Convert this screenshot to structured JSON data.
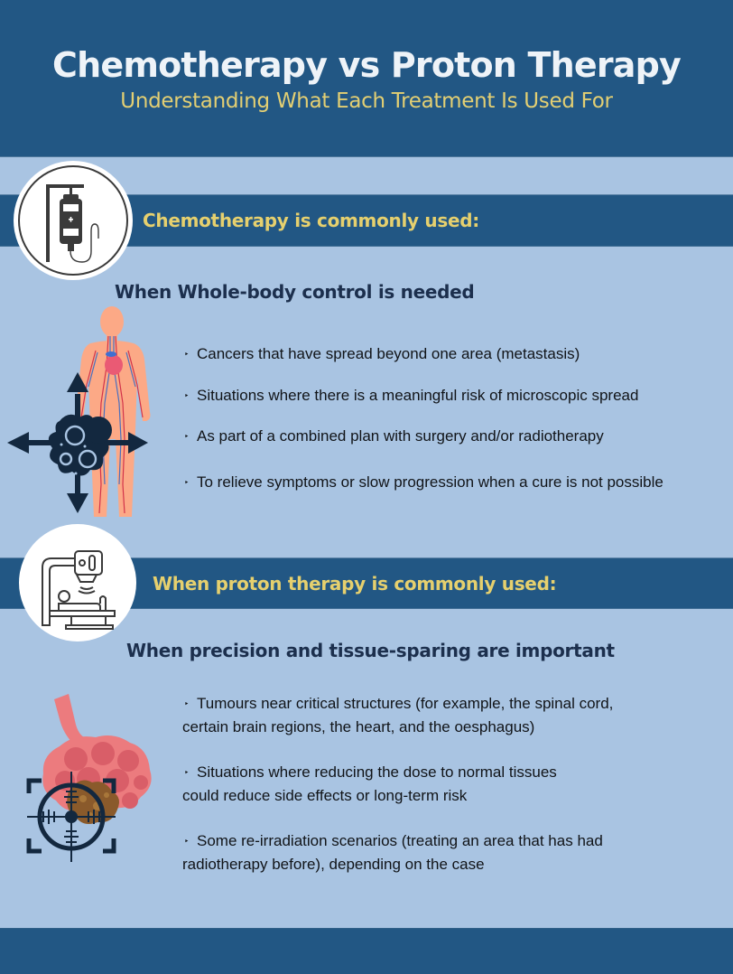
{
  "header": {
    "title": "Chemotherapy vs Proton Therapy",
    "subtitle": "Understanding What Each Treatment Is Used For"
  },
  "colors": {
    "dark_blue": "#225784",
    "light_blue": "#a9c4e2",
    "title_white": "#eef3f8",
    "accent_yellow": "#e6d06e",
    "heading_navy": "#1c2f4d",
    "icon_navy": "#13283f",
    "body_orange": "#fca986",
    "lung_pink": "#ec7b7e"
  },
  "sections": [
    {
      "icon": "iv-drip-icon",
      "banner_label": "Chemotherapy is commonly used:",
      "subheading": "When Whole-body control is needed",
      "illustration": "metastasis-body-icon",
      "bullet_marker": "‣",
      "bullets": [
        "Cancers that have spread beyond one area (metastasis)",
        "Situations where there is a meaningful risk of microscopic spread",
        "As part of a combined plan with surgery and/or radiotherapy",
        "To relieve symptoms or slow progression when a cure is not possible"
      ]
    },
    {
      "icon": "radiotherapy-machine-icon",
      "banner_label": "When proton therapy is commonly used:",
      "subheading": "When precision and tissue-sparing are important",
      "illustration": "targeted-tumour-icon",
      "bullet_marker": "‣",
      "bullets": [
        {
          "line1": "Tumours near critical structures (for example, the spinal cord,",
          "line2": "certain brain regions, the heart, and the oesphagus)"
        },
        {
          "line1": "Situations where reducing the dose to normal tissues",
          "line2": "could reduce side effects or long-term risk"
        },
        {
          "line1": "Some re-irradiation scenarios (treating an area that has had",
          "line2": "radiotherapy before), depending on the case"
        }
      ]
    }
  ]
}
